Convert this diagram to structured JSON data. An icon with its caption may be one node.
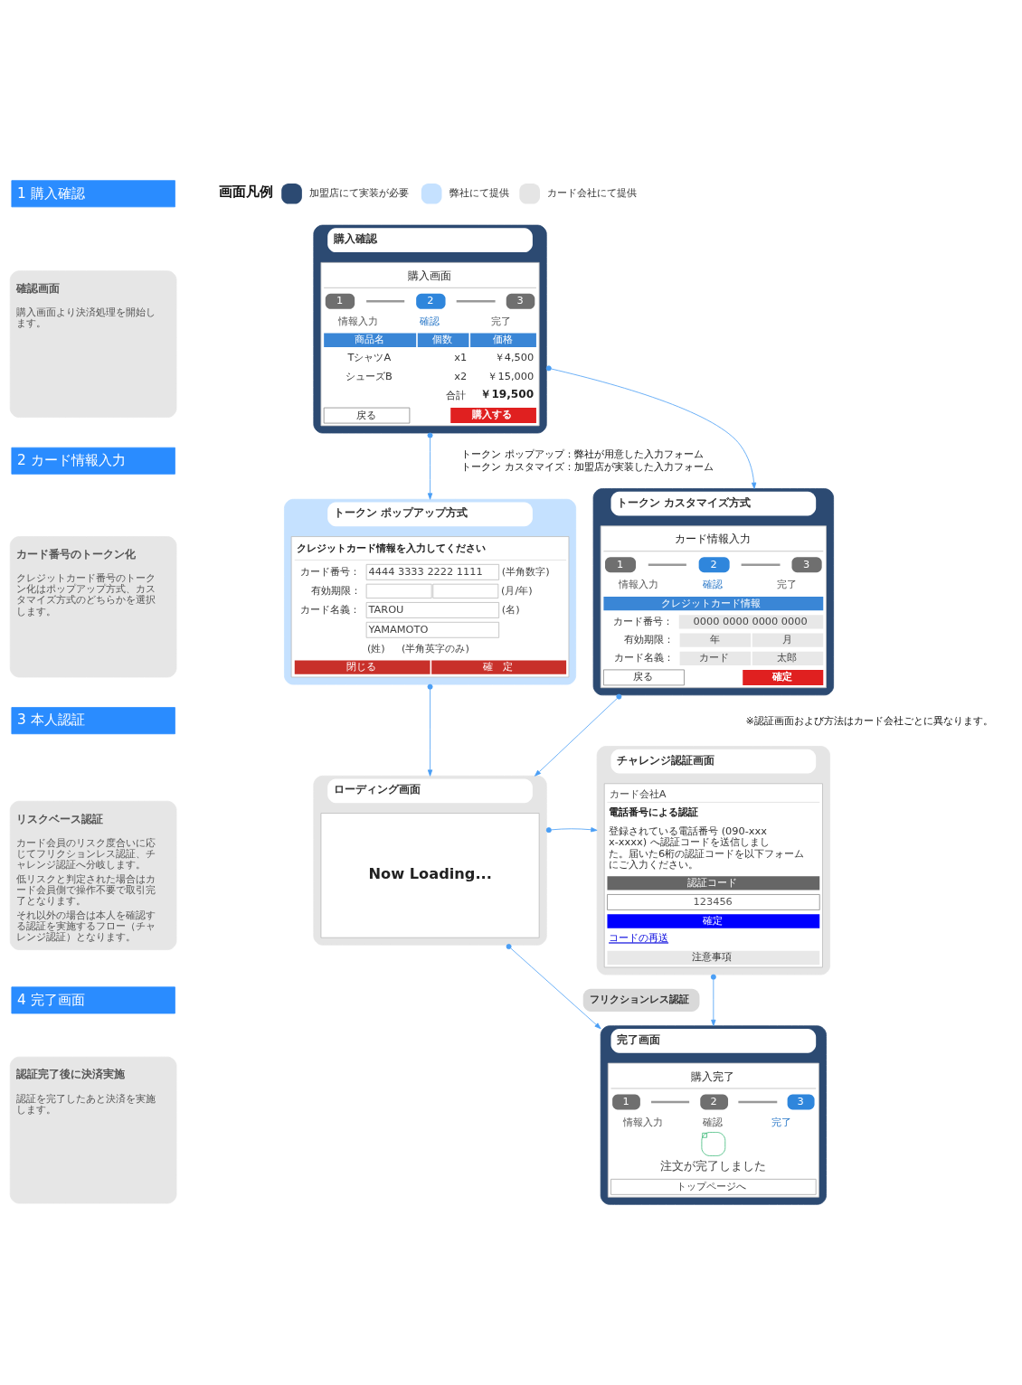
{
  "diagram": {
    "nodes": [
      {
        "text": [
          "1 購入確認"
        ]
      },
      {
        "text": [
          "確認画面",
          "購入画面より決済処理を開始します。"
        ]
      },
      {
        "text": [
          "購入確認"
        ]
      },
      {
        "text": [
          "購入画面",
          "1",
          "2",
          "3",
          "情報入力",
          "確認",
          "完了",
          "商品名",
          "個数",
          "価格",
          "TシャツA",
          "x1",
          "￥4,500",
          "シューズB",
          "x2",
          "￥15,000",
          "合計",
          "￥19,500",
          "戻る",
          "購入する"
        ],
        "in": 2
      },
      {
        "text": [
          "2 カード情報入力"
        ]
      },
      {
        "text": [
          "カード番号のトークン化",
          "クレジットカード番号のトークン化はポップアップ方式、カスタマイズ方式のどちらかを選択します。"
        ]
      },
      {
        "text": [
          "トークン ポップアップ方式"
        ]
      },
      {
        "text": [
          "クレジットカード情報を入力してください",
          "カード番号：",
          "4444 3333 2222 1111",
          "(半角数字)",
          "有効期限：",
          "(月/年)",
          "カード名義：",
          "TAROU",
          "(名)",
          "YAMAMOTO",
          "(姓)",
          "(半角英字のみ)",
          "閉じる",
          "確　定"
        ],
        "in": 6
      },
      {
        "text": [
          "トークン カスタマイズ方式"
        ]
      },
      {
        "text": [
          "カード情報入力",
          "1",
          "2",
          "3",
          "情報入力",
          "確認",
          "完了",
          "クレジットカード情報",
          "カード番号：",
          "0000 0000 0000 0000",
          "有効期限：",
          "年",
          "月",
          "カード名義：",
          "カード",
          "太郎",
          "戻る",
          "確定"
        ],
        "in": 8
      },
      {
        "text": [
          "3 本人認証"
        ]
      },
      {
        "text": [
          "リスクベース認証",
          "カード会員のリスク度合いに応じてフリクションレス認証、チャレンジ認証へ分岐します。",
          "低リスクと判定された場合はカード会員側で操作不要で取引完了となります。",
          "それ以外の場合は本人を確認する認証を実施するフロー（チャレンジ認証）となります。"
        ]
      },
      {
        "text": [
          "ローディング画面"
        ]
      },
      {
        "text": [
          "Now Loading..."
        ],
        "in": 12
      },
      {
        "text": [
          "チャレンジ認証画面"
        ]
      },
      {
        "text": [
          "カード会社A",
          "電話番号による認証",
          "登録されている電話番号 (090-xxxx-xxxx) へ認証コードを送信しました。届いた6桁の認証コードを以下フォームにご入力ください。",
          "認証コード",
          "123456",
          "確定",
          "コードの再送",
          "注意事項"
        ],
        "in": 14
      },
      {
        "text": [
          "4 完了画面"
        ]
      },
      {
        "text": [
          "認証完了後に決済実施",
          "認証を完了したあと決済を実施します。"
        ]
      },
      {
        "text": [
          "完了画面"
        ]
      },
      {
        "text": [
          "購入完了",
          "1",
          "2",
          "3",
          "情報入力",
          "確認",
          "完了",
          "注文が完了しました",
          "トップページへ"
        ],
        "in": 18
      }
    ],
    "edges": [
      {
        "from": 2,
        "to": 6,
        "arrow": "to"
      },
      {
        "from": 2,
        "to": 8,
        "arrow": "to"
      },
      {
        "from": 6,
        "to": 12,
        "arrow": "to"
      },
      {
        "from": 8,
        "to": 12,
        "arrow": "to"
      },
      {
        "from": 12,
        "to": 14,
        "arrow": "to"
      },
      {
        "from": 12,
        "to": 18,
        "arrow": "to",
        "label": "フリクションレス認証"
      },
      {
        "from": 14,
        "to": 18,
        "arrow": "to"
      }
    ],
    "labels": [
      "画面凡例",
      "トークン ポップアップ：弊社が用意した入力フォーム",
      "トークン カスタマイズ：加盟店が実装した入力フォーム",
      "※認証画面および方法はカード会社ごとに異なります。"
    ],
    "legend": [
      {
        "text": "加盟店にて実装が必要",
        "color": "#2c4a72"
      },
      {
        "text": "弊社にて提供",
        "color": "#c5e1ff"
      },
      {
        "text": "カード会社にて提供",
        "color": "#e5e5e5"
      }
    ]
  }
}
